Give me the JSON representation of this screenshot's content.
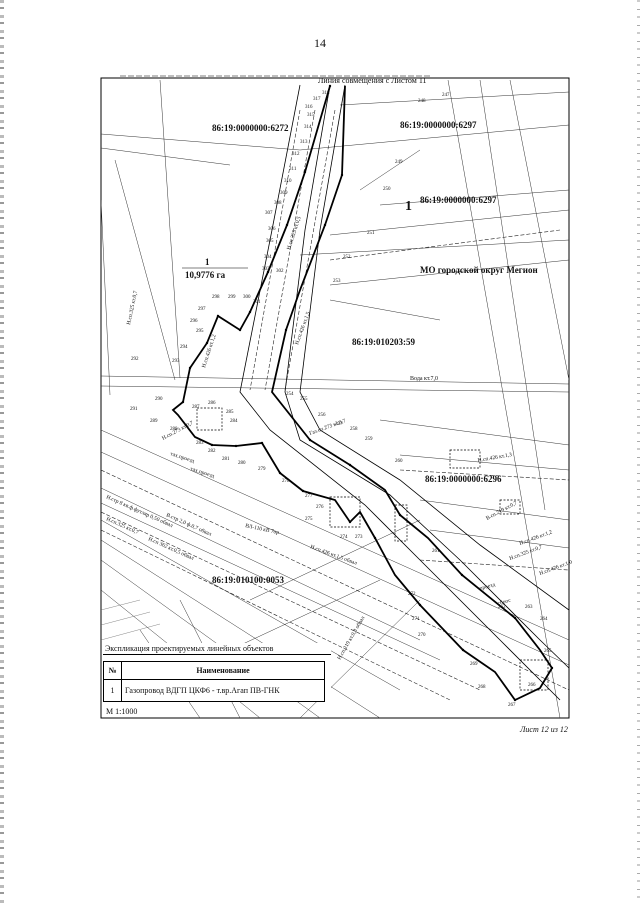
{
  "page_number": "14",
  "match_line_text": "Линия совмещения с Листом 11",
  "sheet_footer": "Лист 12 из 12",
  "scale": "М 1:1000",
  "cadastral_labels": [
    "86:19:0000000:6272",
    "86:19:0000000:6297",
    "86:19:0000000:6297",
    "86:19:010203:59",
    "86:19:0000000:6296",
    "86:19:010100:0053"
  ],
  "municipality": "МО городской округ Мегион",
  "area": {
    "number": "1",
    "value": "10,9776 га"
  },
  "route_number": "1",
  "feature_labels": [
    "Вода кт.7,0",
    "тах.проезд",
    "тах.проезд",
    "ВЛ-110 кВ 7ор",
    "Н.стр 8 кв.ф.футляр 0,50 обвал",
    "В.стр 2,0 ф.0,7 обвал",
    "Н.сп.325 кт.0,7",
    "Н.сп 362 кт.0,5 обвал",
    "Н.сп.325 кт.0,7",
    "Н.сп.426 кт.1,5",
    "Н.сп.426 кт.1,2",
    "Н.сп.273 кт.0,7",
    "Н.сп.426 кт.1,3",
    "В.сп.219 кт.0,7",
    "Н.сп.426 кт.1,5 обвал",
    "Газ.сп.273 кт.0,7",
    "Н.сп.219 кт.0,8 обвал",
    "проезд",
    "сброс",
    "Н.сп.325 кт.0,7",
    "Н.сп.426 кт.1,2",
    "Н.сп.426 кт.1,0",
    "Н.сп.325 кт.0,5"
  ],
  "point_labels": [
    "318",
    "317",
    "316",
    "315",
    "314",
    "313",
    "312",
    "311",
    "310",
    "309",
    "308",
    "307",
    "306",
    "305",
    "304",
    "303",
    "302",
    "301",
    "300",
    "299",
    "298",
    "297",
    "296",
    "295",
    "294",
    "293",
    "292",
    "291",
    "290",
    "289",
    "288",
    "287",
    "286",
    "285",
    "284",
    "283",
    "282",
    "281",
    "280",
    "279",
    "278",
    "277",
    "276",
    "275",
    "274",
    "273",
    "272",
    "271",
    "270",
    "269",
    "268",
    "267",
    "266",
    "265",
    "264",
    "263",
    "262",
    "261",
    "260",
    "259",
    "258",
    "257",
    "256",
    "255",
    "254",
    "253",
    "252",
    "251",
    "250",
    "249",
    "248",
    "247"
  ],
  "legend": {
    "title": "Экспликация проектируемых линейных объектов",
    "header": [
      "№",
      "Наименование"
    ],
    "rows": [
      [
        "1",
        "Газопровод ВДГП ЦКФ6 - т.вр.Агап ПВ-ГНК"
      ]
    ]
  }
}
